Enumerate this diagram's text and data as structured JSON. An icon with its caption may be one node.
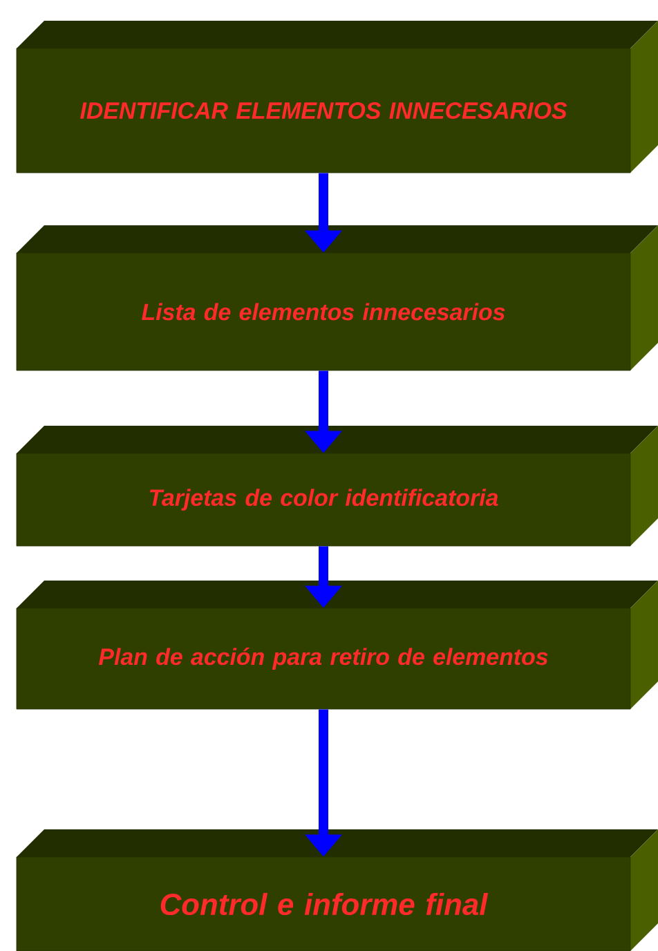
{
  "diagram": {
    "nodes": [
      {
        "text": [
          "IDENTIFICAR ELEMENTOS INNECESARIOS"
        ]
      },
      {
        "text": [
          "Lista de elementos innecesarios"
        ]
      },
      {
        "text": [
          "Tarjetas de color identificatoria"
        ]
      },
      {
        "text": [
          "Plan de acción para retiro de elementos"
        ]
      },
      {
        "text": [
          "Control e informe final"
        ]
      }
    ],
    "edges": [
      {
        "from": 0,
        "to": 1,
        "arrow": "to"
      },
      {
        "from": 1,
        "to": 2,
        "arrow": "to"
      },
      {
        "from": 2,
        "to": 3,
        "arrow": "to"
      },
      {
        "from": 3,
        "to": 4,
        "arrow": "to"
      }
    ]
  }
}
